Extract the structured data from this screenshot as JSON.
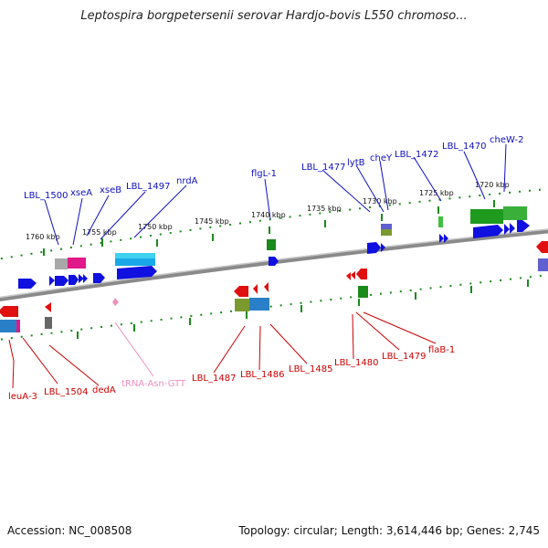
{
  "title": "Leptospira borgpetersenii serovar Hardjo-bovis L550 chromoso...",
  "footer": {
    "accession": "Accession: NC_008508",
    "topology": "Topology: circular; Length: 3,614,446 bp; Genes: 2,745"
  },
  "colors": {
    "forward_label": "#1010c0",
    "reverse_label": "#cc0000",
    "trna_label": "#f090c0",
    "backbone": "#808080",
    "tick": "#1a8a1a"
  },
  "kbp_ticks": [
    "1760 kbp",
    "1755 kbp",
    "1750 kbp",
    "1745 kbp",
    "1740 kbp",
    "1735 kbp",
    "1730 kbp",
    "1725 kbp",
    "1720 kbp"
  ],
  "forward_labels": [
    "LBL_1500",
    "xseA",
    "xseB",
    "LBL_1497",
    "nrdA",
    "flgL-1",
    "LBL_1477",
    "lytB",
    "cheY",
    "LBL_1472",
    "LBL_1470",
    "cheW-2"
  ],
  "reverse_labels": [
    "leuA-3",
    "LBL_1504",
    "dedA",
    "tRNA-Asn-GTT",
    "LBL_1487",
    "LBL_1486",
    "LBL_1485",
    "LBL_1480",
    "LBL_1479",
    "flaB-1"
  ]
}
